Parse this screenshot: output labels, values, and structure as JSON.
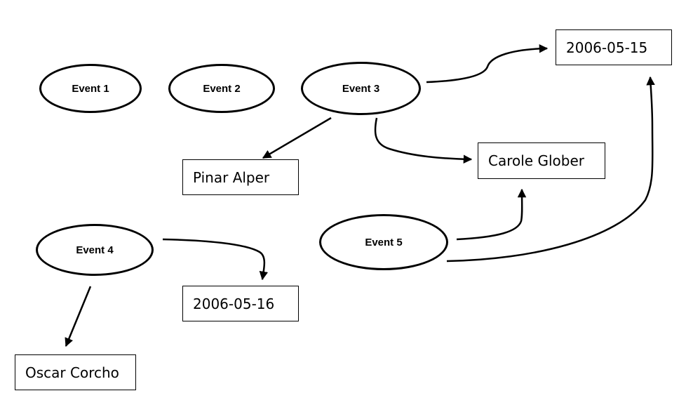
{
  "events": [
    {
      "id": "event-1",
      "label": "Event 1"
    },
    {
      "id": "event-2",
      "label": "Event 2"
    },
    {
      "id": "event-3",
      "label": "Event 3"
    },
    {
      "id": "event-4",
      "label": "Event 4"
    },
    {
      "id": "event-5",
      "label": "Event 5"
    }
  ],
  "values": [
    {
      "id": "date-2006-05-15",
      "label": "2006-05-15"
    },
    {
      "id": "carole-glober",
      "label": "Carole Glober"
    },
    {
      "id": "pinar-alper",
      "label": "Pinar Alper"
    },
    {
      "id": "date-2006-05-16",
      "label": "2006-05-16"
    },
    {
      "id": "oscar-corcho",
      "label": "Oscar Corcho"
    }
  ],
  "edges": [
    {
      "from": "event-3",
      "to": "date-2006-05-15"
    },
    {
      "from": "event-3",
      "to": "pinar-alper"
    },
    {
      "from": "event-3",
      "to": "carole-glober"
    },
    {
      "from": "event-4",
      "to": "date-2006-05-16"
    },
    {
      "from": "event-4",
      "to": "oscar-corcho"
    },
    {
      "from": "event-5",
      "to": "carole-glober"
    },
    {
      "from": "event-5",
      "to": "date-2006-05-15"
    }
  ]
}
